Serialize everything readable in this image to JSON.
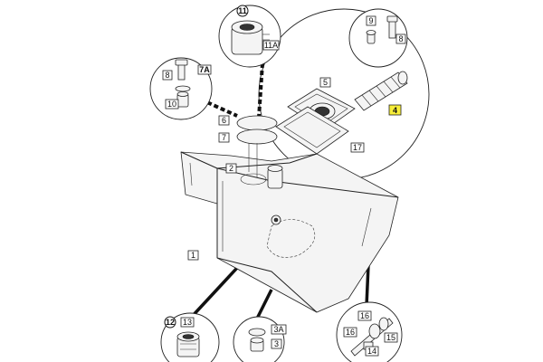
{
  "labels": {
    "l1": "1",
    "l2": "2",
    "l3": "3",
    "l3a": "3A",
    "l4": "4",
    "l5": "5",
    "l6": "6",
    "l7": "7",
    "l7a": "7A",
    "l8a": "8",
    "l8b": "8",
    "l9": "9",
    "l10": "10",
    "l11": "11",
    "l11a": "11A",
    "l12": "12",
    "l13": "13",
    "l14": "14",
    "l15": "15",
    "l16a": "16",
    "l16b": "16",
    "l17": "17"
  },
  "highlight_color": "#f7ee3a"
}
